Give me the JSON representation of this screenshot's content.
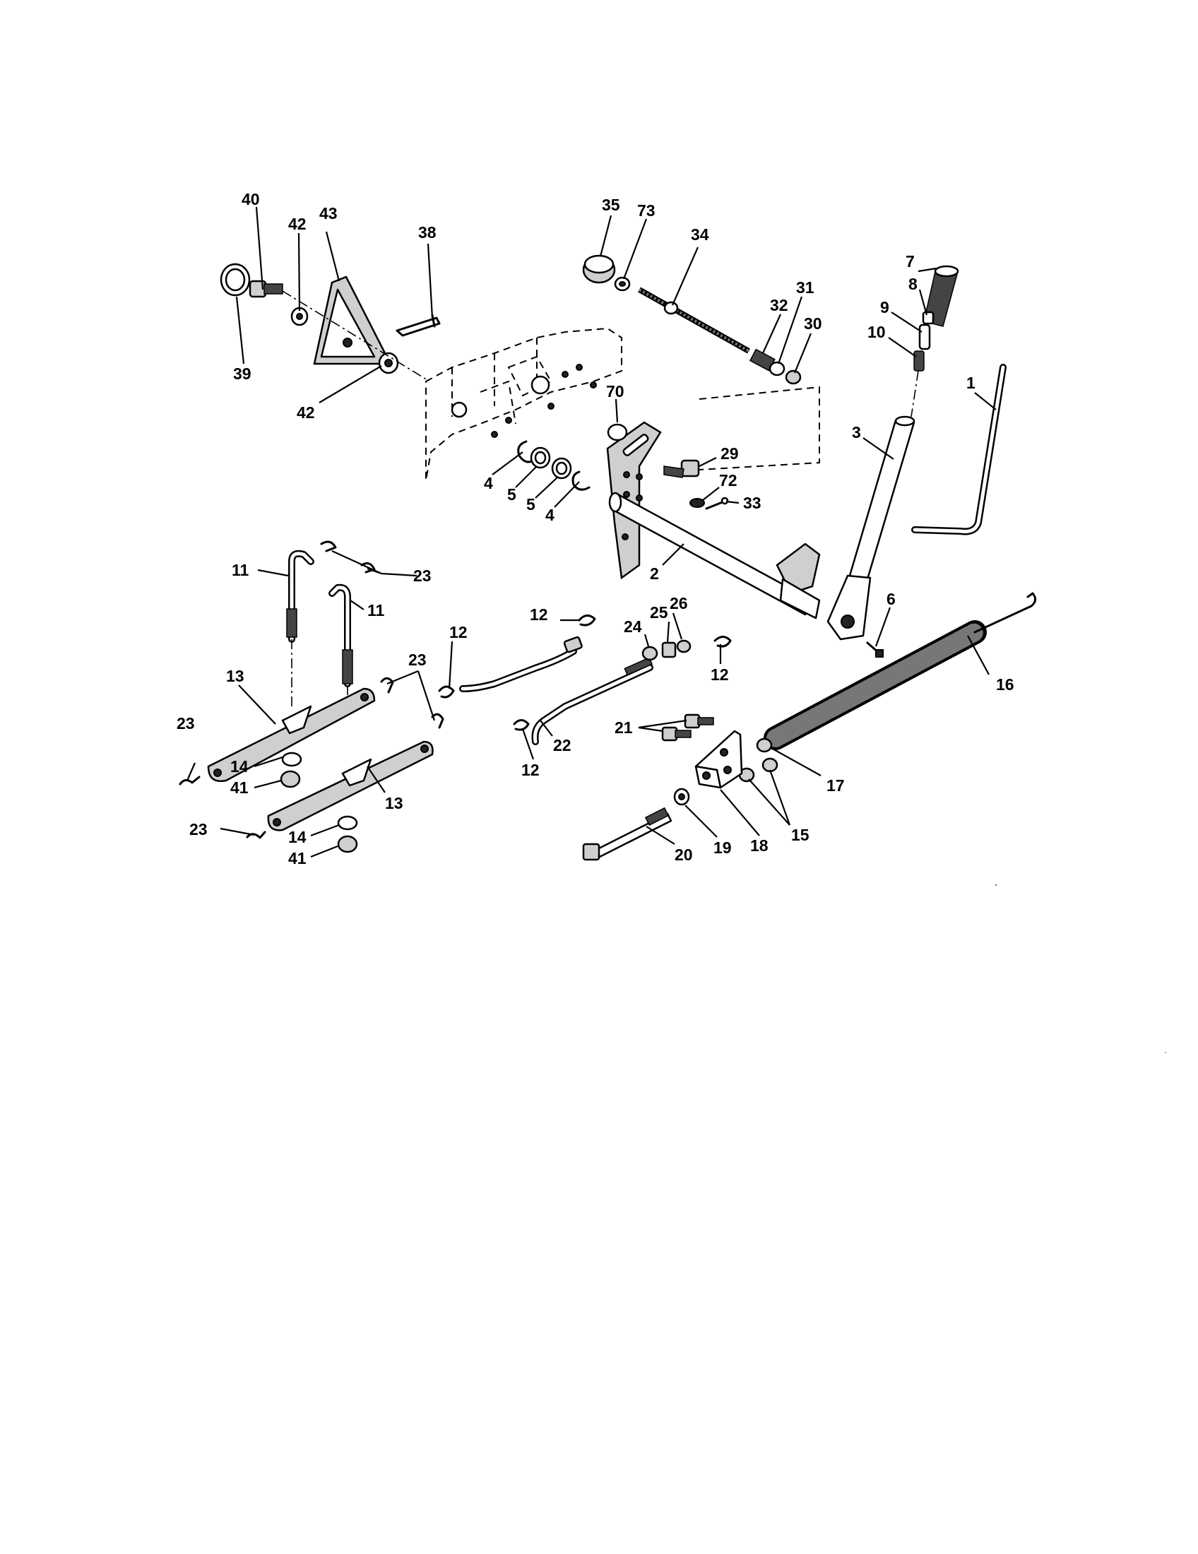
{
  "diagram": {
    "callouts": {
      "c40": "40",
      "c42a": "42",
      "c43": "43",
      "c38": "38",
      "c39": "39",
      "c42b": "42",
      "c35": "35",
      "c73": "73",
      "c34": "34",
      "c31": "31",
      "c32": "32",
      "c30": "30",
      "c7": "7",
      "c8": "8",
      "c9": "9",
      "c10": "10",
      "c1": "1",
      "c3": "3",
      "c70": "70",
      "c29": "29",
      "c72": "72",
      "c33": "33",
      "c4a": "4",
      "c5a": "5",
      "c5b": "5",
      "c4b": "4",
      "c2": "2",
      "c6": "6",
      "c11a": "11",
      "c23a": "23",
      "c11b": "11",
      "c23b": "23",
      "c13a": "13",
      "c23c": "23",
      "c14a": "14",
      "c41a": "41",
      "c13b": "13",
      "c23d": "23",
      "c14b": "14",
      "c41b": "41",
      "c12a": "12",
      "c12b": "12",
      "c24": "24",
      "c25": "25",
      "c26": "26",
      "c12c": "12",
      "c22": "22",
      "c12d": "12",
      "c21": "21",
      "c16": "16",
      "c17": "17",
      "c15": "15",
      "c18": "18",
      "c19": "19",
      "c20": "20"
    }
  }
}
